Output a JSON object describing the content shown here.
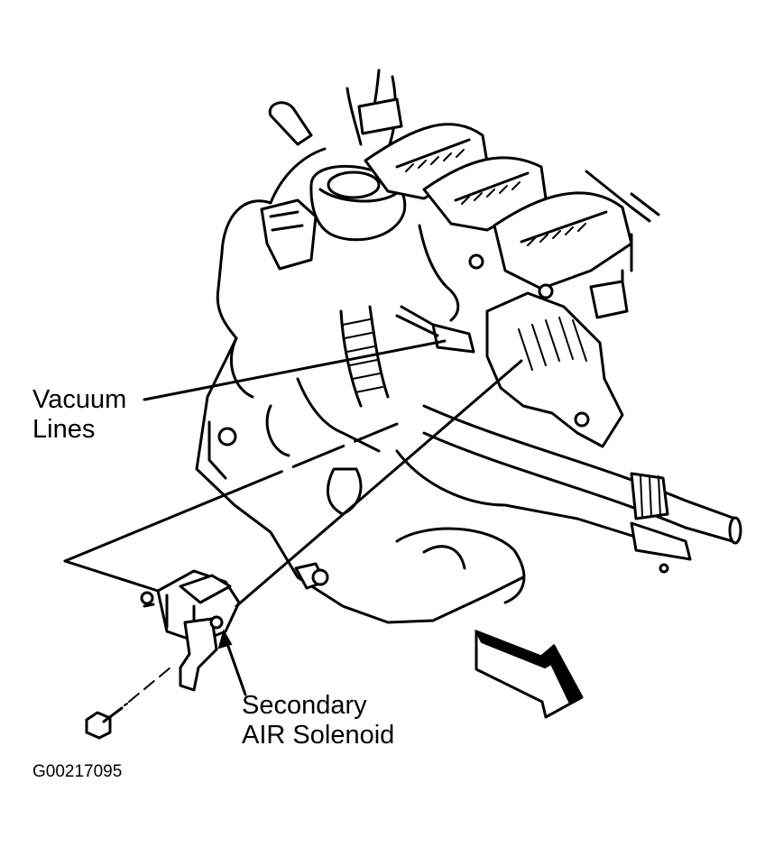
{
  "labels": {
    "vacuum_lines_line1": "Vacuum",
    "vacuum_lines_line2": "Lines",
    "solenoid_line1": "Secondary",
    "solenoid_line2": "AIR Solenoid"
  },
  "figure_id": "G00217095",
  "colors": {
    "ink": "#000000",
    "paper": "#ffffff"
  }
}
